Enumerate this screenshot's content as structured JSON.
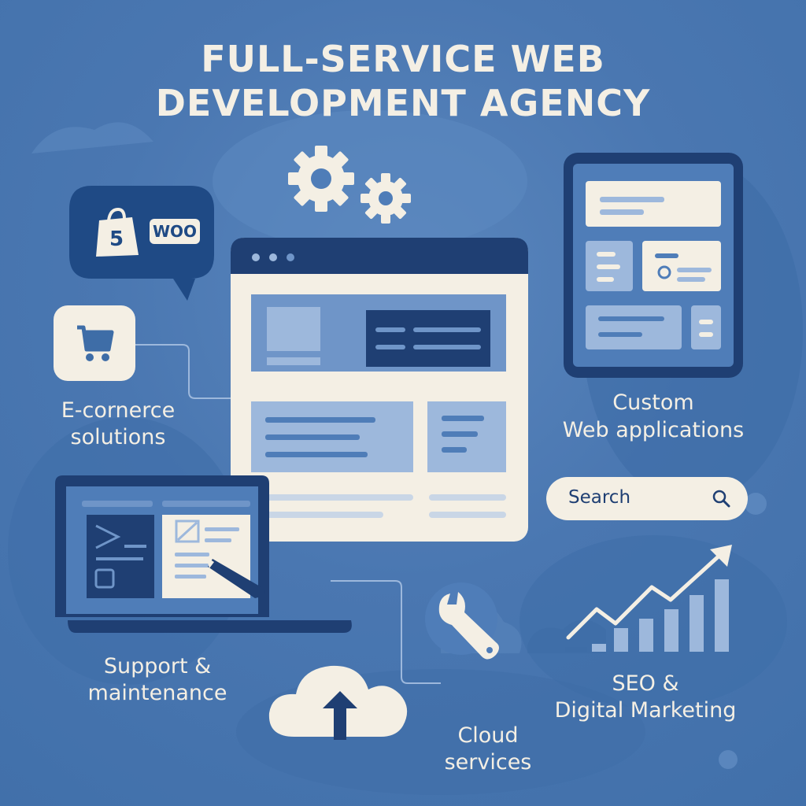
{
  "poster": {
    "title_line1": "FULL-SERVICE WEB",
    "title_line2": "DEVELOPMENT AGENCY"
  },
  "services": {
    "ecommerce": {
      "line1": "E-cornerce",
      "line2": "solutions"
    },
    "custom_apps": {
      "line1": "Custom",
      "line2": "Web applications"
    },
    "support": {
      "line1": "Support &",
      "line2": "maintenance"
    },
    "cloud": {
      "line1": "Cloud",
      "line2": "services"
    },
    "seo": {
      "line1": "SEO &",
      "line2": "Digital Marketing"
    }
  },
  "platform_badges": {
    "shopify_glyph": "5",
    "woo_label": "WOO"
  },
  "search": {
    "placeholder": "Search"
  },
  "icons": [
    "gear-icon",
    "cart-icon",
    "cloud-upload-icon",
    "wrench-icon",
    "search-icon",
    "growth-chart-icon",
    "shopify-bag-icon"
  ],
  "colors": {
    "background": "#4a77b1",
    "navy": "#1f3f73",
    "cream": "#f4efe4",
    "light_blue": "#9db8dc"
  }
}
